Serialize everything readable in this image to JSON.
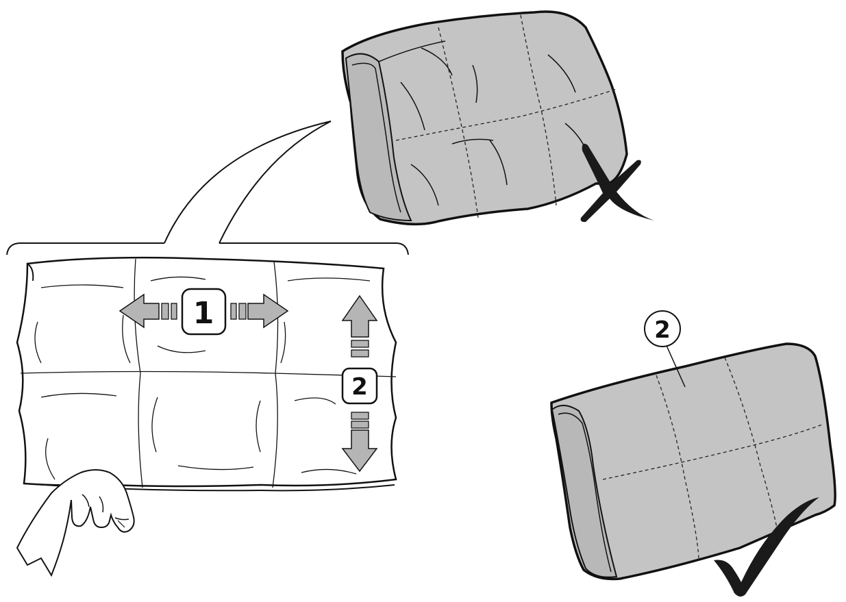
{
  "diagram": {
    "steps": [
      {
        "number": "1",
        "direction": "horizontal"
      },
      {
        "number": "2",
        "direction": "vertical"
      }
    ],
    "result_callout": "2",
    "wrong_mark": "cross",
    "correct_mark": "check",
    "colors": {
      "line": "#111111",
      "cushion_fill": "#c4c4c4",
      "arrow_fill": "#b5b5b5",
      "mark": "#1a1a1a",
      "background": "#ffffff"
    }
  }
}
